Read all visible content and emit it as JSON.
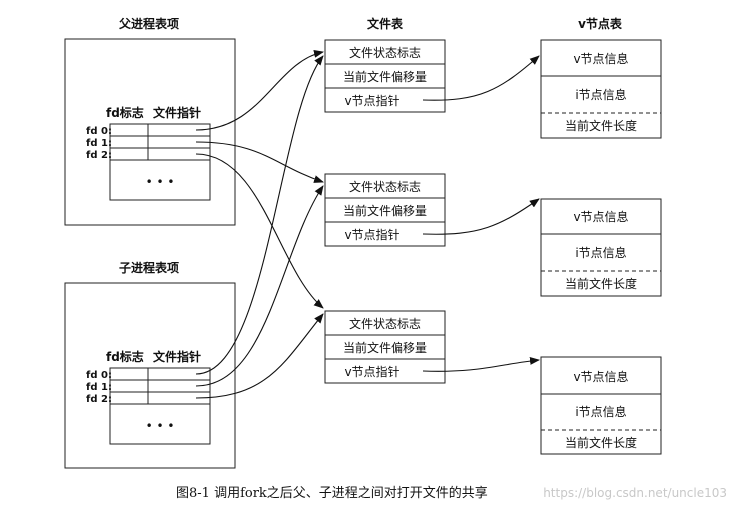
{
  "titles": {
    "parent_table": "父进程表项",
    "child_table": "子进程表项",
    "file_table": "文件表",
    "vnode_table": "v节点表"
  },
  "fd_header": {
    "flags": "fd标志",
    "pointer": "文件指针"
  },
  "fd_labels": [
    "fd 0:",
    "fd 1:",
    "fd 2:"
  ],
  "ellipsis": "• • •",
  "file_entry": {
    "status_flags": "文件状态标志",
    "offset": "当前文件偏移量",
    "vnode_ptr": "v节点指针"
  },
  "vnode_entry": {
    "vnode_info": "v节点信息",
    "inode_info": "i节点信息",
    "file_size": "当前文件长度"
  },
  "caption": "图8-1   调用fork之后父、子进程之间对打开文件的共享",
  "watermark": "https://blog.csdn.net/uncle103"
}
